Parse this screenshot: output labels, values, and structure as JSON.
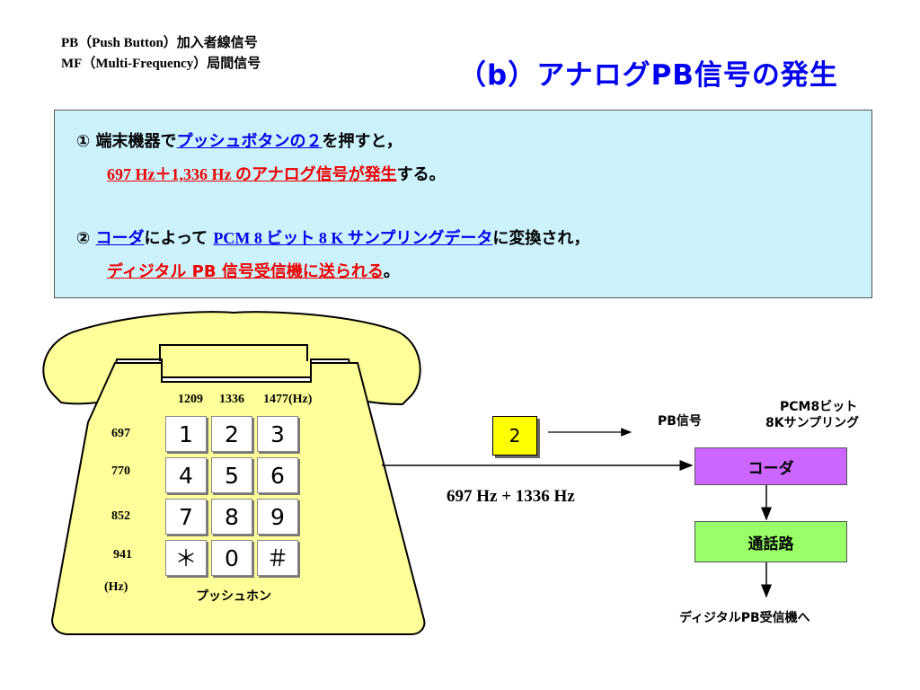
{
  "header": {
    "line1": "PB（Push Button）加入者線信号",
    "line2": "MF（Multi-Frequency）局間信号"
  },
  "title": "（b）アナログPB信号の発生",
  "info": {
    "item1": {
      "marker": "①",
      "text_a": "端末機器で",
      "link": "プッシュボタンの２",
      "text_b": "を押すと，",
      "red": "697 Hz＋1,336 Hz のアナログ信号が発生",
      "text_c": "する。"
    },
    "item2": {
      "marker": "②",
      "link1": "コーダ",
      "text_a": "によって",
      "link2": "PCM 8 ビット 8 K サンプリングデータ",
      "text_b": "に変換され，",
      "red": "ディジタル PB 信号受信機に送られる",
      "text_c": "。"
    }
  },
  "phone": {
    "col_freqs": [
      "1209",
      "1336",
      "1477(Hz)"
    ],
    "row_freqs": [
      "697",
      "770",
      "852",
      "941"
    ],
    "hz_unit": "(Hz)",
    "keys": [
      [
        "1",
        "2",
        "3"
      ],
      [
        "4",
        "5",
        "6"
      ],
      [
        "7",
        "8",
        "9"
      ],
      [
        "＊",
        "0",
        "＃"
      ]
    ],
    "label": "プッシュホン"
  },
  "flow": {
    "pressed_key": "2",
    "pb_signal": "PB信号",
    "pcm_line1": "PCM8ビット",
    "pcm_line2": "8Kサンプリング",
    "coder": "コーダ",
    "freq_sum": "697 Hz + 1336 Hz",
    "switch": "通話路",
    "receiver": "ディジタルPB受信機へ"
  },
  "colors": {
    "phone_body": "#ffff99",
    "coder_box": "#cc66ff",
    "switch_box": "#99ff66",
    "key_box": "#ffff00",
    "info_bg": "#ccf3fb",
    "title": "#0000ee"
  }
}
